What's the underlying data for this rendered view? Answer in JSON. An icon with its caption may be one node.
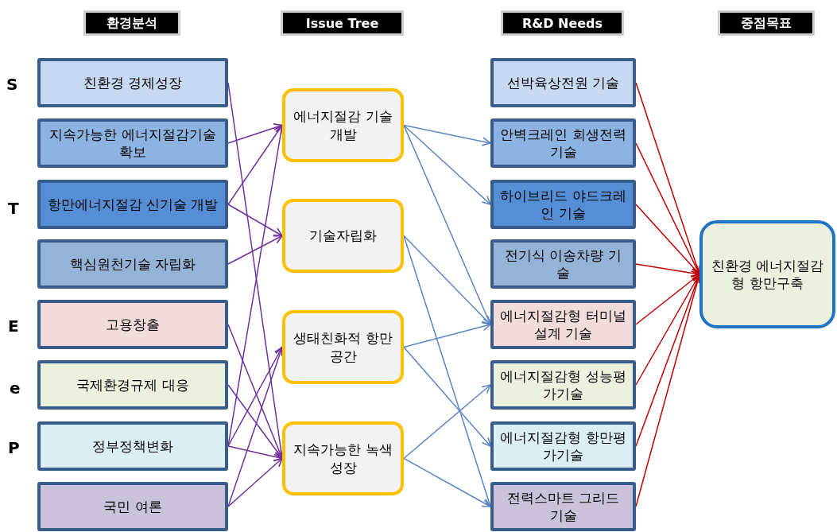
{
  "diagram": {
    "nodes": [
      {
        "text": [
          "친환경 경제성장"
        ]
      },
      {
        "text": [
          "지속가능한 에너지절감기술확보"
        ]
      },
      {
        "text": [
          "항만에너지절감 신기술 개발"
        ]
      },
      {
        "text": [
          "핵심원천기술 자립화"
        ]
      },
      {
        "text": [
          "고용창출"
        ]
      },
      {
        "text": [
          "국제환경규제 대응"
        ]
      },
      {
        "text": [
          "정부정책변화"
        ]
      },
      {
        "text": [
          "국민 여론"
        ]
      },
      {
        "text": [
          "에너지절감 기술개발"
        ]
      },
      {
        "text": [
          "기술자립화"
        ]
      },
      {
        "text": [
          "생태친화적 항만공간"
        ]
      },
      {
        "text": [
          "지속가능한 녹색성장"
        ]
      },
      {
        "text": [
          "선박육상전원 기술"
        ]
      },
      {
        "text": [
          "안벽크레인 회생전력 기술"
        ]
      },
      {
        "text": [
          "하이브리드 야드크레인 기술"
        ]
      },
      {
        "text": [
          "전기식 이송차량 기술"
        ]
      },
      {
        "text": [
          "에너지절감형 터미널설계 기술"
        ]
      },
      {
        "text": [
          "에너지절감형 성능평가기술"
        ]
      },
      {
        "text": [
          "에너지절감형 항만평가기술"
        ]
      },
      {
        "text": [
          "전력스마트 그리드 기술"
        ]
      },
      {
        "text": [
          "친환경 에너지절감형 항만구축"
        ]
      }
    ],
    "edges": [
      {
        "from": 0,
        "to": 11,
        "arrow": "to"
      },
      {
        "from": 1,
        "to": 8,
        "arrow": "to"
      },
      {
        "from": 2,
        "to": 8,
        "arrow": "to"
      },
      {
        "from": 2,
        "to": 9,
        "arrow": "to"
      },
      {
        "from": 3,
        "to": 9,
        "arrow": "to"
      },
      {
        "from": 4,
        "to": 11,
        "arrow": "to"
      },
      {
        "from": 5,
        "to": 11,
        "arrow": "to"
      },
      {
        "from": 6,
        "to": 8,
        "arrow": "to"
      },
      {
        "from": 6,
        "to": 10,
        "arrow": "to"
      },
      {
        "from": 6,
        "to": 11,
        "arrow": "to"
      },
      {
        "from": 7,
        "to": 10,
        "arrow": "to"
      },
      {
        "from": 7,
        "to": 11,
        "arrow": "to"
      },
      {
        "from": 8,
        "to": 13,
        "arrow": "to",
        "color": "#5b86c5"
      },
      {
        "from": 8,
        "to": 14,
        "arrow": "to",
        "color": "#5b86c5"
      },
      {
        "from": 8,
        "to": 16,
        "arrow": "to",
        "color": "#5b86c5"
      },
      {
        "from": 9,
        "to": 16,
        "arrow": "to",
        "color": "#5b86c5"
      },
      {
        "from": 9,
        "to": 19,
        "arrow": "to",
        "color": "#5b86c5"
      },
      {
        "from": 10,
        "to": 16,
        "arrow": "to",
        "color": "#5b86c5"
      },
      {
        "from": 10,
        "to": 18,
        "arrow": "to",
        "color": "#5b86c5"
      },
      {
        "from": 11,
        "to": 17,
        "arrow": "to",
        "color": "#5b86c5"
      },
      {
        "from": 11,
        "to": 19,
        "arrow": "to",
        "color": "#5b86c5"
      },
      {
        "from": 12,
        "to": 20,
        "arrow": "to",
        "color": "#c00000"
      },
      {
        "from": 13,
        "to": 20,
        "arrow": "to",
        "color": "#c00000"
      },
      {
        "from": 14,
        "to": 20,
        "arrow": "to",
        "color": "#c00000"
      },
      {
        "from": 15,
        "to": 20,
        "arrow": "to",
        "color": "#c00000"
      },
      {
        "from": 16,
        "to": 20,
        "arrow": "to",
        "color": "#c00000"
      },
      {
        "from": 17,
        "to": 20,
        "arrow": "to",
        "color": "#c00000"
      },
      {
        "from": 18,
        "to": 20,
        "arrow": "to",
        "color": "#c00000"
      },
      {
        "from": 19,
        "to": 20,
        "arrow": "to",
        "color": "#c00000"
      }
    ],
    "labels": [
      "환경분석",
      "Issue Tree",
      "R&D Needs",
      "중점목표",
      "S",
      "T",
      "E",
      "e",
      "P"
    ]
  }
}
